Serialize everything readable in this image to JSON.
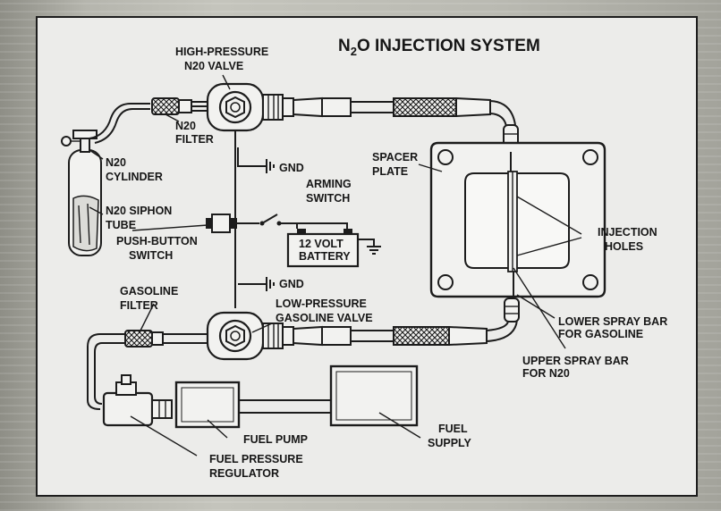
{
  "title": {
    "main": "N",
    "sub": "2",
    "rest": "O INJECTION SYSTEM"
  },
  "labels": {
    "high_pressure_1": "HIGH-PRESSURE",
    "high_pressure_2": "N20 VALVE",
    "n2o_filter_1": "N20",
    "n2o_filter_2": "FILTER",
    "gnd_top": "GND",
    "arming_1": "ARMING",
    "arming_2": "SWITCH",
    "cylinder_1": "N20",
    "cylinder_2": "CYLINDER",
    "siphon_1": "N20 SIPHON",
    "siphon_2": "TUBE",
    "push_1": "PUSH-BUTTON",
    "push_2": "SWITCH",
    "battery_1": "12 VOLT",
    "battery_2": "BATTERY",
    "gnd_mid": "GND",
    "gas_filter_1": "GASOLINE",
    "gas_filter_2": "FILTER",
    "low_pressure_1": "LOW-PRESSURE",
    "low_pressure_2": "GASOLINE VALVE",
    "spacer_1": "SPACER",
    "spacer_2": "PLATE",
    "injection_1": "INJECTION",
    "injection_2": "HOLES",
    "lower_bar_1": "LOWER SPRAY BAR",
    "lower_bar_2": "FOR GASOLINE",
    "upper_bar_1": "UPPER SPRAY BAR",
    "upper_bar_2": "FOR N20",
    "fuel_pump": "FUEL PUMP",
    "fuel_supply_1": "FUEL",
    "fuel_supply_2": "SUPPLY",
    "regulator_1": "FUEL PRESSURE",
    "regulator_2": "REGULATOR"
  }
}
